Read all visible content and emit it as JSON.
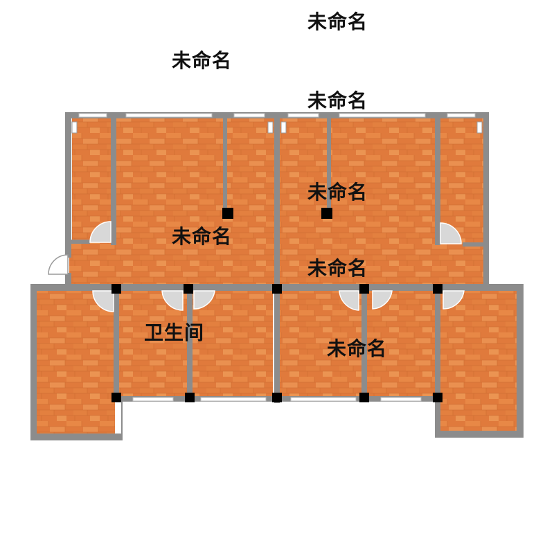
{
  "labels": {
    "top_1": "未命名",
    "top_2": "未命名",
    "top_3": "未命名",
    "room_upper_right": "未命名",
    "room_upper_left": "未命名",
    "corridor": "未命名",
    "bathroom": "卫生间",
    "room_lower_right": "未命名"
  },
  "colors": {
    "floor": "#e07a3c",
    "floor_light": "#eb9452",
    "wall": "#8c8c8c",
    "pillar": "#000000",
    "window": "#ffffff",
    "door_arc": "#d8d8d8"
  }
}
